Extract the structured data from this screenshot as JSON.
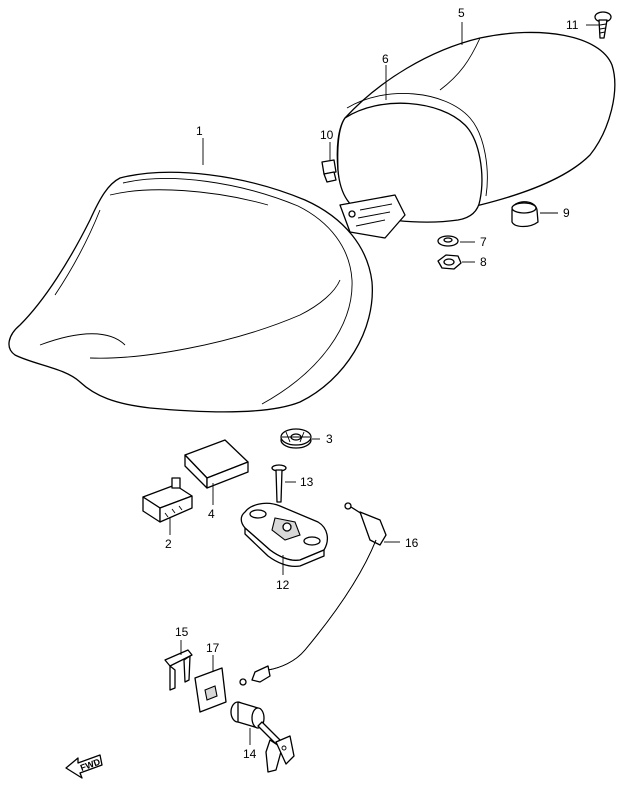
{
  "callouts": [
    "1",
    "2",
    "3",
    "4",
    "5",
    "6",
    "7",
    "8",
    "9",
    "10",
    "11",
    "12",
    "13",
    "14",
    "15",
    "16",
    "17"
  ],
  "direction_arrow": "FWD"
}
